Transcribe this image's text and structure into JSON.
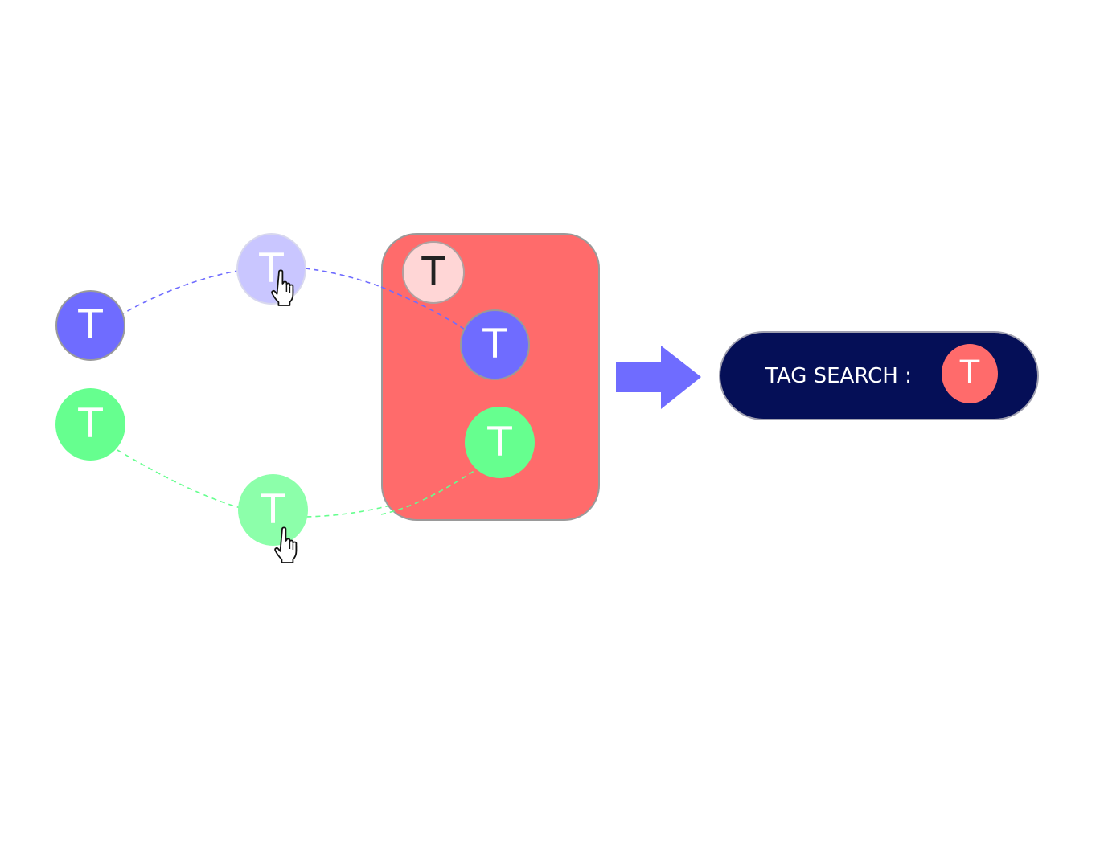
{
  "colors": {
    "blue": "#6f6cff",
    "blue_faded": "#c9c6ff",
    "green": "#66ff8f",
    "green_faded": "#8cffaa",
    "red": "#ff6b6b",
    "pink_light": "#ffd6d6",
    "navy": "#050f57",
    "tag_text_light": "#ffffff",
    "tag_text_dark": "#222222"
  },
  "tags": {
    "blue_source": "T",
    "blue_dragging": "T",
    "green_source": "T",
    "green_dragging": "T",
    "group_header": "T",
    "group_blue": "T",
    "group_green": "T"
  },
  "search": {
    "label": "TAG SEARCH :",
    "tag": "T"
  },
  "icons": {
    "cursor": "hand-pointer-icon",
    "arrow": "right-arrow-icon"
  }
}
